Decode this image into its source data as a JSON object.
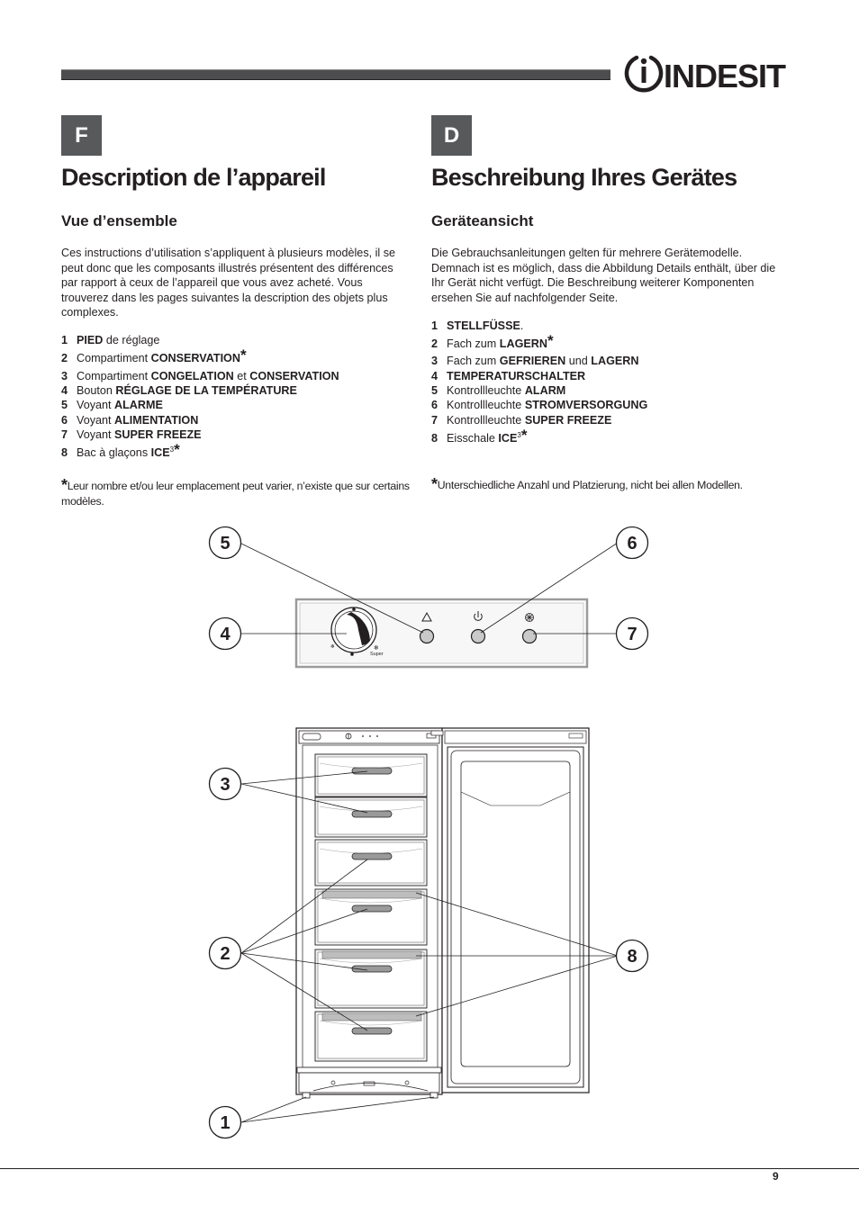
{
  "brand": "INDESIT",
  "page_number": "9",
  "fr": {
    "lang": "F",
    "title": "Description de l’appareil",
    "subtitle": "Vue d’ensemble",
    "intro": "Ces instructions d’utilisation s’appliquent à plusieurs modèles, il se peut donc que les composants illustrés présentent des différences par rapport à ceux de l’appareil que vous avez acheté. Vous trouverez dans les pages suivantes la description des objets plus complexes.",
    "items": [
      {
        "num": "1",
        "pre": "",
        "bold": "PIED",
        "post": " de réglage",
        "extra_bold": "",
        "star": false
      },
      {
        "num": "2",
        "pre": "Compartiment ",
        "bold": "CONSERVATION",
        "post": "",
        "extra_bold": "",
        "star": true
      },
      {
        "num": "3",
        "pre": "Compartiment ",
        "bold": "CONGELATION",
        "post": " et ",
        "extra_bold": "CONSERVATION",
        "star": false
      },
      {
        "num": "4",
        "pre": "Bouton ",
        "bold": "RÉGLAGE DE LA TEMPÉRATURE",
        "post": "",
        "extra_bold": "",
        "star": false
      },
      {
        "num": "5",
        "pre": "Voyant ",
        "bold": "ALARME",
        "post": "",
        "extra_bold": "",
        "star": false
      },
      {
        "num": "6",
        "pre": "Voyant ",
        "bold": "ALIMENTATION",
        "post": "",
        "extra_bold": "",
        "star": false
      },
      {
        "num": "7",
        "pre": "Voyant ",
        "bold": "SUPER FREEZE",
        "post": "",
        "extra_bold": "",
        "star": false
      },
      {
        "num": "8",
        "pre": "Bac à glaçons ",
        "bold": "ICE",
        "post": "",
        "extra_bold": "",
        "star": true,
        "sup": "3"
      }
    ],
    "note": "Leur nombre et/ou leur emplacement peut varier, n’existe que sur certains modèles."
  },
  "de": {
    "lang": "D",
    "title": "Beschreibung Ihres Gerätes",
    "subtitle": "Geräteansicht",
    "intro": "Die Gebrauchsanleitungen gelten für mehrere Gerätemodelle. Demnach ist es möglich, dass die Abbildung Details enthält, über die Ihr Gerät nicht verfügt. Die Beschreibung weiterer Komponenten ersehen Sie auf nachfolgender Seite.",
    "items": [
      {
        "num": "1",
        "pre": "",
        "bold": "STELLFÜSSE",
        "post": ".",
        "extra_bold": "",
        "star": false
      },
      {
        "num": "2",
        "pre": "Fach zum ",
        "bold": "LAGERN",
        "post": "",
        "extra_bold": "",
        "star": true
      },
      {
        "num": "3",
        "pre": "Fach zum ",
        "bold": "GEFRIEREN",
        "post": " und ",
        "extra_bold": "LAGERN",
        "star": false
      },
      {
        "num": "4",
        "pre": "",
        "bold": "TEMPERATURSCHALTER",
        "post": "",
        "extra_bold": "",
        "star": false
      },
      {
        "num": "5",
        "pre": "Kontrollleuchte ",
        "bold": "ALARM",
        "post": "",
        "extra_bold": "",
        "star": false
      },
      {
        "num": "6",
        "pre": "Kontrollleuchte ",
        "bold": "STROMVERSORGUNG",
        "post": "",
        "extra_bold": "",
        "star": false
      },
      {
        "num": "7",
        "pre": "Kontrollleuchte ",
        "bold": "SUPER FREEZE",
        "post": "",
        "extra_bold": "",
        "star": false
      },
      {
        "num": "8",
        "pre": "Eisschale ",
        "bold": "ICE",
        "post": "",
        "extra_bold": "",
        "star": true,
        "sup": "3"
      }
    ],
    "note": "Unterschiedliche Anzahl und Platzierung, nicht bei allen Modellen."
  },
  "diagram": {
    "callouts": [
      "1",
      "2",
      "3",
      "4",
      "5",
      "6",
      "7",
      "8"
    ],
    "dial_label": "Super",
    "icons": [
      "alarm-triangle-icon",
      "power-icon",
      "snowflake-icon"
    ]
  }
}
